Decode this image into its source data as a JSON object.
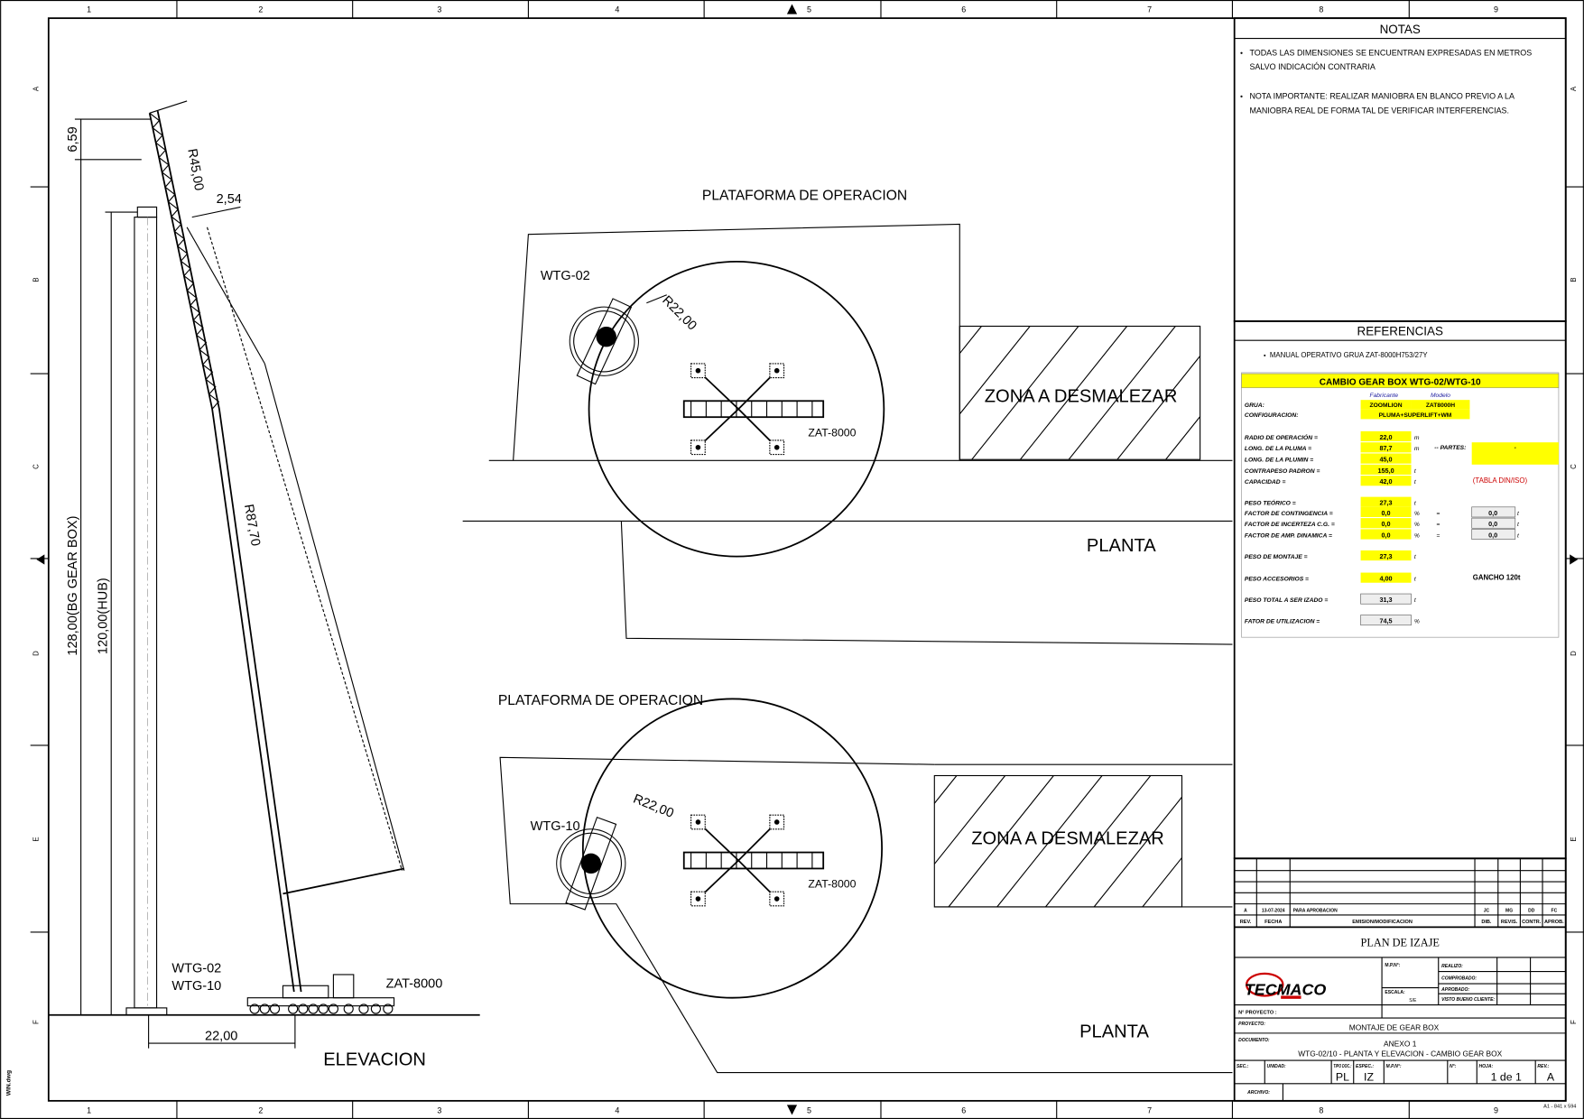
{
  "grid": {
    "columns": [
      "1",
      "2",
      "3",
      "4",
      "5",
      "6",
      "7",
      "8",
      "9"
    ],
    "rows": [
      "A",
      "B",
      "C",
      "D",
      "E",
      "F"
    ]
  },
  "elevation": {
    "title": "ELEVACION",
    "dim_height_gearbox": "128,00(BG GEAR BOX)",
    "dim_height_hub": "120,00(HUB)",
    "dim_top": "6,59",
    "dim_jib_radius": "R45,00",
    "dim_offset": "2,54",
    "dim_boom_radius": "R87,70",
    "dim_radius": "22,00",
    "turbine_label_1": "WTG-02",
    "turbine_label_2": "WTG-10",
    "crane_label": "ZAT-8000"
  },
  "plan_top": {
    "platform_label": "PLATAFORMA DE OPERACION",
    "turbine_label": "WTG-02",
    "radius_label": "R22,00",
    "crane_label": "ZAT-8000",
    "zone_label": "ZONA A DESMALEZAR",
    "view_label": "PLANTA"
  },
  "plan_bottom": {
    "platform_label": "PLATAFORMA DE OPERACION",
    "turbine_label": "WTG-10",
    "radius_label": "R22,00",
    "crane_label": "ZAT-8000",
    "zone_label": "ZONA A DESMALEZAR",
    "view_label": "PLANTA"
  },
  "notes": {
    "title": "NOTAS",
    "items": [
      [
        "TODAS LAS DIMENSIONES SE ENCUENTRAN EXPRESADAS EN METROS",
        "SALVO INDICACIÓN CONTRARIA"
      ],
      [
        "NOTA IMPORTANTE: REALIZAR MANIOBRA EN BLANCO PREVIO A LA",
        "MANIOBRA REAL DE FORMA TAL DE VERIFICAR INTERFERENCIAS."
      ]
    ]
  },
  "references": {
    "title": "REFERENCIAS",
    "items": [
      "MANUAL OPERATIVO GRUA ZAT-8000H753/27Y"
    ]
  },
  "lift_table": {
    "title": "CAMBIO GEAR BOX WTG-02/WTG-10",
    "header_fabricante": "Fabricante",
    "header_modelo": "Modelo",
    "grua_label": "GRUA:",
    "grua_fabricante": "ZOOMLION",
    "grua_modelo": "ZAT8000H",
    "config_label": "CONFIGURACION:",
    "config_value": "PLUMA+SUPERLIFT+WM",
    "partes_label": "-- PARTES:",
    "partes_value": "-",
    "capacity_note": "(TABLA DIN/ISO)",
    "accessory_note": "GANCHO 120t",
    "rows": [
      {
        "label": "RADIO DE OPERACIÓN =",
        "value": "22,0",
        "unit": "m",
        "style": "y"
      },
      {
        "label": "LONG. DE LA PLUMA  =",
        "value": "87,7",
        "unit": "m",
        "style": "y"
      },
      {
        "label": "LONG. DE LA PLUMIN =",
        "value": "45,0",
        "unit": "",
        "style": "y"
      },
      {
        "label": "CONTRAPESO PADRON =",
        "value": "155,0",
        "unit": "t",
        "style": "y"
      },
      {
        "label": "CAPACIDAD =",
        "value": "42,0",
        "unit": "t",
        "style": "y"
      },
      {
        "label": "PESO TEÓRICO =",
        "value": "27,3",
        "unit": "t",
        "style": "y"
      },
      {
        "label": "FACTOR DE CONTINGENCIA =",
        "value": "0,0",
        "unit": "%",
        "style": "y",
        "eq": "=",
        "result": "0,0",
        "result_unit": "t"
      },
      {
        "label": "FACTOR DE INCERTEZA C.G. =",
        "value": "0,0",
        "unit": "%",
        "style": "y",
        "eq": "=",
        "result": "0,0",
        "result_unit": "t"
      },
      {
        "label": "FACTOR DE AMP. DINAMICA =",
        "value": "0,0",
        "unit": "%",
        "style": "y",
        "eq": "=",
        "result": "0,0",
        "result_unit": "t"
      },
      {
        "label": "PESO DE MONTAJE =",
        "value": "27,3",
        "unit": "t",
        "style": "y"
      },
      {
        "label": "PESO ACCESORIOS =",
        "value": "4,00",
        "unit": "t",
        "style": "y"
      },
      {
        "label": "PESO TOTAL A SER IZADO =",
        "value": "31,3",
        "unit": "t",
        "style": "g"
      },
      {
        "label": "FATOR DE UTILIZACION =",
        "value": "74,5",
        "unit": "%",
        "style": "g"
      }
    ]
  },
  "revisions": {
    "headers": [
      "REV.",
      "FECHA",
      "EMISION/MODIFICACION",
      "DIB.",
      "REVIS.",
      "CONTR.",
      "APROB."
    ],
    "rows": [
      [
        "A",
        "13-07-2024",
        "PARA APROBACION",
        "JC",
        "MG",
        "DD",
        "FC"
      ]
    ]
  },
  "title_block": {
    "document_type": "PLAN DE IZAJE",
    "company": "TECMACO",
    "mpn_label": "M.P.N°:",
    "scale_label": "ESCALA:",
    "scale_value": "S/E",
    "realizo_label": "REALIZO:",
    "comprobado_label": "COMPROBADO:",
    "aprobado_label": "APROBADO:",
    "visto_bueno_label": "VISTO BUENO CLIENTE:",
    "project_number_label": "N° PROYECTO :",
    "project_label": "PROYECTO:",
    "project_value": "MONTAJE DE GEAR BOX",
    "document_label": "DOCUMENTO:",
    "document_line1": "ANEXO 1",
    "document_line2": "WTG-02/10 - PLANTA Y ELEVACION - CAMBIO GEAR BOX",
    "sec_label": "SEC.:",
    "unidad_label": "UNIDAD:",
    "tipo_doc_label": "TIPO DOC.:",
    "tipo_doc_value": "PL",
    "espec_label": "ESPEC.:",
    "espec_value": "IZ",
    "mpn2_label": "M.P.N°:",
    "n_label": "N°:",
    "hoja_label": "HOJA:",
    "hoja_value": "1 de 1",
    "rev_label": "REV.:",
    "rev_value": "A",
    "archivo_label": "ARCHIVO:",
    "sheet_size": "A1 - 841 x 594",
    "file_name": "WIN.dwg"
  },
  "colors": {
    "highlight": "#ffff00",
    "gray_cell": "#eeeeee",
    "note_red": "#cc0000",
    "label_blue": "#2020a0"
  }
}
